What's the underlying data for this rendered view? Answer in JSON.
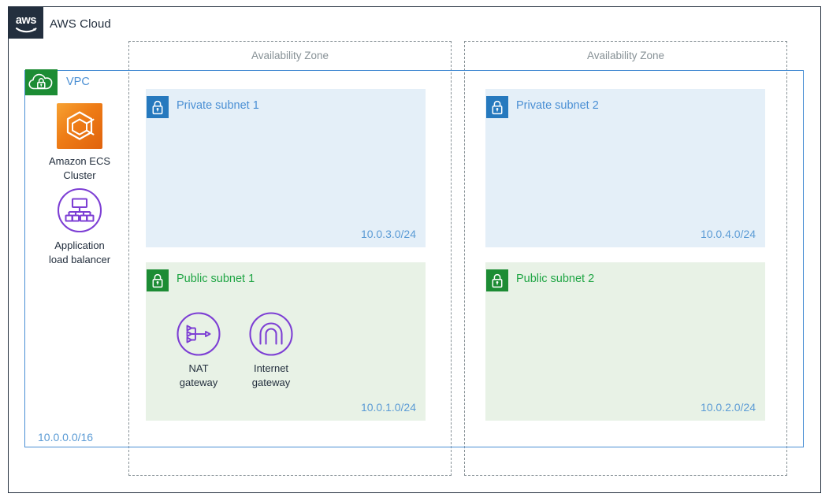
{
  "cloud": {
    "title": "AWS Cloud",
    "logo_icon": "aws-logo-icon"
  },
  "availability_zones": [
    {
      "label": "Availability Zone"
    },
    {
      "label": "Availability Zone"
    }
  ],
  "vpc": {
    "title": "VPC",
    "cidr": "10.0.0.0/16",
    "icon": "vpc-cloud-lock-icon"
  },
  "resources": [
    {
      "name": "amazon-ecs-cluster",
      "label_line1": "Amazon ECS",
      "label_line2": "Cluster",
      "icon": "ecs-container-icon"
    },
    {
      "name": "application-load-balancer",
      "label_line1": "Application",
      "label_line2": "load balancer",
      "icon": "load-balancer-icon"
    }
  ],
  "subnets": [
    {
      "id": "sub-priv-1",
      "title": "Private subnet 1",
      "cidr": "10.0.3.0/24",
      "type": "private",
      "icon": "lock-icon"
    },
    {
      "id": "sub-priv-2",
      "title": "Private subnet 2",
      "cidr": "10.0.4.0/24",
      "type": "private",
      "icon": "lock-icon"
    },
    {
      "id": "sub-pub-1",
      "title": "Public subnet 1",
      "cidr": "10.0.1.0/24",
      "type": "public",
      "icon": "lock-icon"
    },
    {
      "id": "sub-pub-2",
      "title": "Public subnet 2",
      "cidr": "10.0.2.0/24",
      "type": "public",
      "icon": "lock-icon"
    }
  ],
  "gateways": [
    {
      "name": "nat-gateway",
      "label_line1": "NAT",
      "label_line2": "gateway",
      "icon": "nat-gateway-icon"
    },
    {
      "name": "internet-gateway",
      "label_line1": "Internet",
      "label_line2": "gateway",
      "icon": "internet-gateway-icon"
    }
  ],
  "colors": {
    "aws_navy": "#232F3E",
    "vpc_blue": "#4A8FD4",
    "subnet_blue": "#2679BE",
    "subnet_green": "#1C8C34",
    "public_text_green": "#1FA544",
    "cidr_blue": "#5B9BD5",
    "az_gray": "#879196",
    "private_fill": "#E4EFF8",
    "public_fill": "#E8F2E6",
    "ecs_orange": "#EE7C16",
    "gateway_purple": "#7D3FD4"
  }
}
